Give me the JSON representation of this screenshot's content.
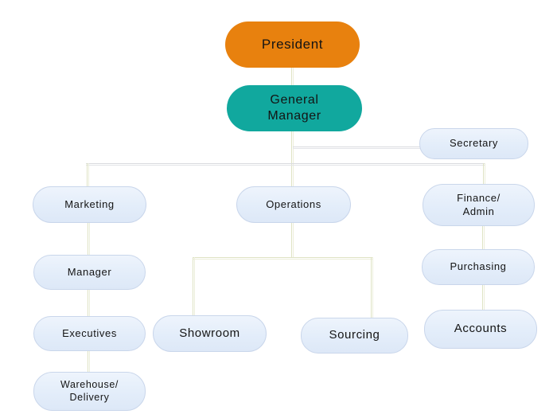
{
  "diagram": {
    "type": "org-chart",
    "nodes": {
      "president": {
        "label": "President",
        "fill": "#e8810e"
      },
      "general_manager": {
        "label": "General\nManager",
        "fill": "#11a89e"
      },
      "secretary": {
        "label": "Secretary",
        "fill": "#e4eefa"
      },
      "marketing": {
        "label": "Marketing",
        "fill": "#e4eefa"
      },
      "operations": {
        "label": "Operations",
        "fill": "#e4eefa"
      },
      "finance_admin": {
        "label": "Finance/\nAdmin",
        "fill": "#e4eefa"
      },
      "manager": {
        "label": "Manager",
        "fill": "#e4eefa"
      },
      "executives": {
        "label": "Executives",
        "fill": "#e4eefa"
      },
      "warehouse_delivery": {
        "label": "Warehouse/\nDelivery",
        "fill": "#e4eefa"
      },
      "showroom": {
        "label": "Showroom",
        "fill": "#e4eefa"
      },
      "sourcing": {
        "label": "Sourcing",
        "fill": "#e4eefa"
      },
      "purchasing": {
        "label": "Purchasing",
        "fill": "#e4eefa"
      },
      "accounts": {
        "label": "Accounts",
        "fill": "#e4eefa"
      }
    },
    "hierarchy": [
      {
        "from": "President",
        "to": "General Manager"
      },
      {
        "from": "General Manager",
        "to": "Secretary"
      },
      {
        "from": "General Manager",
        "to": "Marketing"
      },
      {
        "from": "General Manager",
        "to": "Operations"
      },
      {
        "from": "General Manager",
        "to": "Finance/Admin"
      },
      {
        "from": "Marketing",
        "to": "Manager"
      },
      {
        "from": "Manager",
        "to": "Executives"
      },
      {
        "from": "Executives",
        "to": "Warehouse/Delivery"
      },
      {
        "from": "Operations",
        "to": "Showroom"
      },
      {
        "from": "Operations",
        "to": "Sourcing"
      },
      {
        "from": "Finance/Admin",
        "to": "Purchasing"
      },
      {
        "from": "Purchasing",
        "to": "Accounts"
      }
    ],
    "colors": {
      "president_fill": "#e8810e",
      "general_manager_fill": "#11a89e",
      "node_fill": "#e4eefa",
      "node_border": "#c9d6eb",
      "connector_vertical": "#dfe3c4",
      "connector_horizontal": "#d9dade",
      "text": "#141414",
      "background": "#ffffff"
    }
  }
}
